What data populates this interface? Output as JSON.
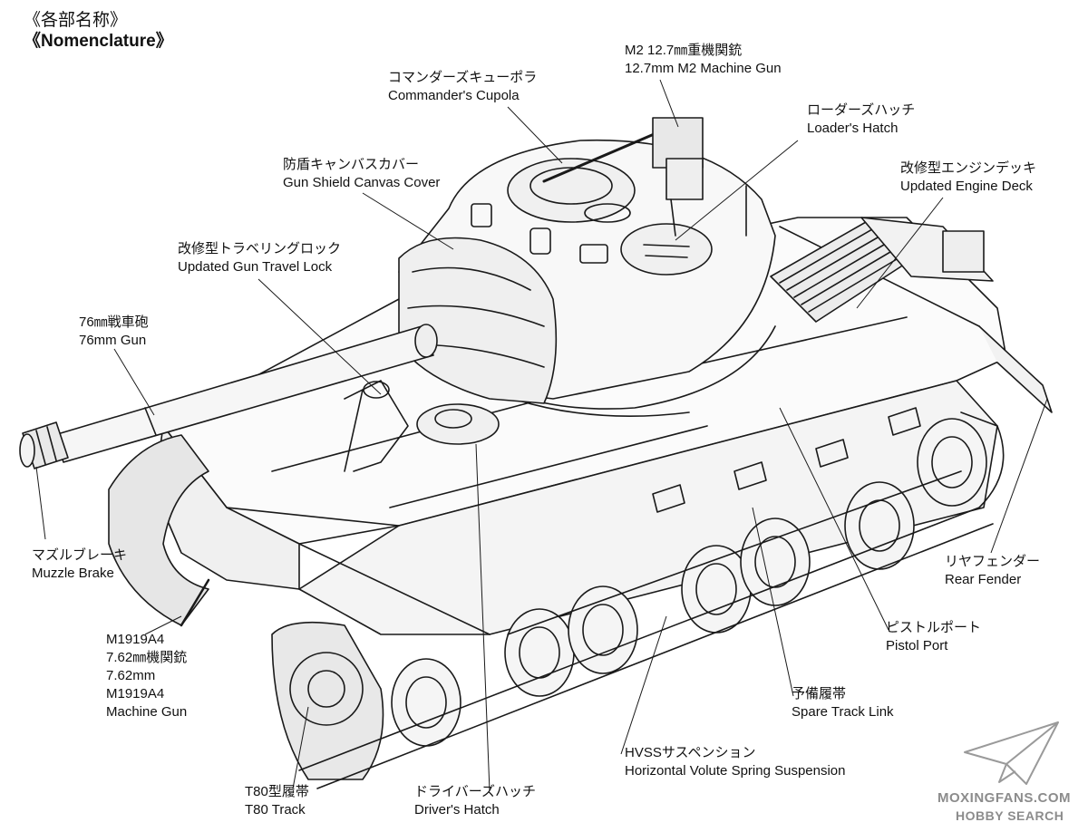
{
  "title": {
    "jp": "《各部名称》",
    "en": "《Nomenclature》"
  },
  "labels": {
    "m2": {
      "jp": "M2 12.7㎜重機関銃",
      "en": "12.7mm M2 Machine Gun"
    },
    "cupola": {
      "jp": "コマンダーズキューポラ",
      "en": "Commander's Cupola"
    },
    "loader_hatch": {
      "jp": "ローダーズハッチ",
      "en": "Loader's Hatch"
    },
    "gun_shield": {
      "jp": "防盾キャンバスカバー",
      "en": "Gun Shield Canvas Cover"
    },
    "engine_deck": {
      "jp": "改修型エンジンデッキ",
      "en": "Updated Engine Deck"
    },
    "travel_lock": {
      "jp": "改修型トラベリングロック",
      "en": "Updated Gun Travel Lock"
    },
    "gun76": {
      "jp": "76㎜戦車砲",
      "en": "76mm Gun"
    },
    "muzzle": {
      "jp": "マズルブレーキ",
      "en": "Muzzle Brake"
    },
    "rear_fender": {
      "jp": "リヤフェンダー",
      "en": "Rear Fender"
    },
    "m1919": {
      "l1": "M1919A4",
      "l2": "7.62㎜機関銃",
      "l3": "7.62mm",
      "l4": "M1919A4",
      "l5": "Machine Gun"
    },
    "pistol_port": {
      "jp": "ピストルポート",
      "en": "Pistol Port"
    },
    "spare_track": {
      "jp": "予備履帯",
      "en": "Spare Track Link"
    },
    "hvss": {
      "jp": "HVSSサスペンション",
      "en": "Horizontal Volute Spring Suspension"
    },
    "t80": {
      "jp": "T80型履帯",
      "en": "T80 Track"
    },
    "driver_hatch": {
      "jp": "ドライバーズハッチ",
      "en": "Driver's Hatch"
    }
  },
  "watermark": {
    "site": "MOXINGFANS.COM",
    "brand": "HOBBY SEARCH"
  },
  "colors": {
    "ink": "#111111",
    "watermark": "#8c8c8c"
  }
}
